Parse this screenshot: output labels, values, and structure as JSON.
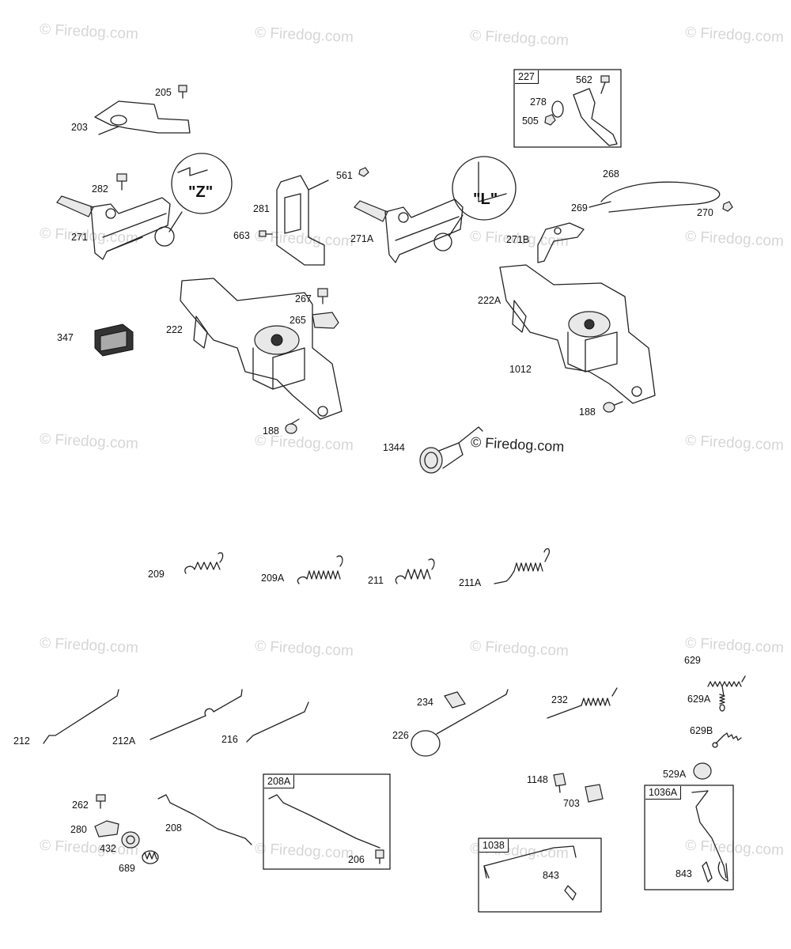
{
  "watermark": "© Firedog.com",
  "copyright_label": "© Firedog.com",
  "callouts": {
    "z": "\"Z\"",
    "l": "\"L\""
  },
  "labels": {
    "p205": "205",
    "p203": "203",
    "p282": "282",
    "p271": "271",
    "p281": "281",
    "p561": "561",
    "p663": "663",
    "p271A": "271A",
    "p227": "227",
    "p562": "562",
    "p278": "278",
    "p505": "505",
    "p268": "268",
    "p269": "269",
    "p270": "270",
    "p271B": "271B",
    "p222A": "222A",
    "p1012": "1012",
    "p188b": "188",
    "p267": "267",
    "p265": "265",
    "p222": "222",
    "p347": "347",
    "p188a": "188",
    "p1344": "1344",
    "p209": "209",
    "p209A": "209A",
    "p211": "211",
    "p211A": "211A",
    "p629": "629",
    "p629A": "629A",
    "p629B": "629B",
    "p234": "234",
    "p232": "232",
    "p226": "226",
    "p212": "212",
    "p212A": "212A",
    "p216": "216",
    "p1148": "1148",
    "p703": "703",
    "p529A": "529A",
    "p1036A": "1036A",
    "p843b": "843",
    "p262": "262",
    "p280": "280",
    "p432": "432",
    "p689": "689",
    "p208": "208",
    "p208A": "208A",
    "p206": "206",
    "p1038": "1038",
    "p843a": "843"
  }
}
